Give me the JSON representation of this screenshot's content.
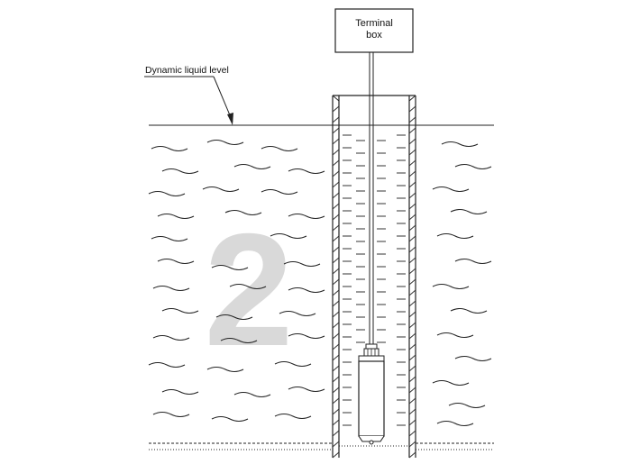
{
  "labels": {
    "terminal_box_line1": "Terminal",
    "terminal_box_line2": "box",
    "liquid_level": "Dynamic liquid level",
    "watermark": "2"
  },
  "colors": {
    "line": "#222222",
    "watermark": "#d9d9d9",
    "background": "#ffffff"
  }
}
